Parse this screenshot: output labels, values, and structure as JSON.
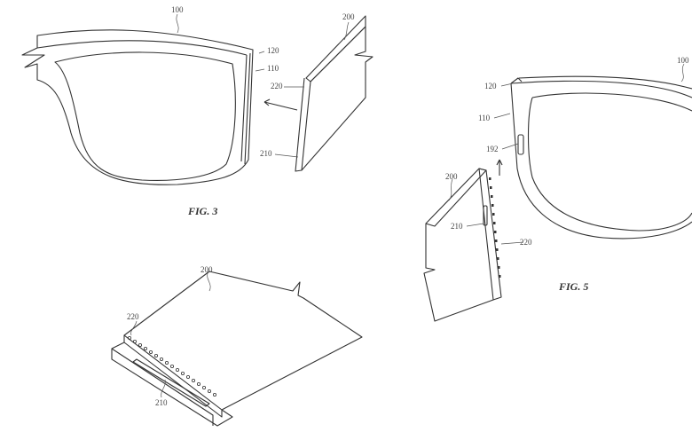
{
  "figures": {
    "fig3": {
      "caption": "FIG. 3",
      "labels": {
        "frame": "100",
        "groove": "120",
        "rim_edge": "110",
        "module": "200",
        "connector": "220",
        "contact": "210"
      }
    },
    "fig4": {
      "labels": {
        "module": "200",
        "connector": "220",
        "contact": "210"
      }
    },
    "fig5": {
      "caption": "FIG. 5",
      "labels": {
        "frame": "100",
        "groove": "120",
        "rim_edge": "110",
        "port": "192",
        "module": "200",
        "contact": "210",
        "connector": "220"
      }
    }
  }
}
